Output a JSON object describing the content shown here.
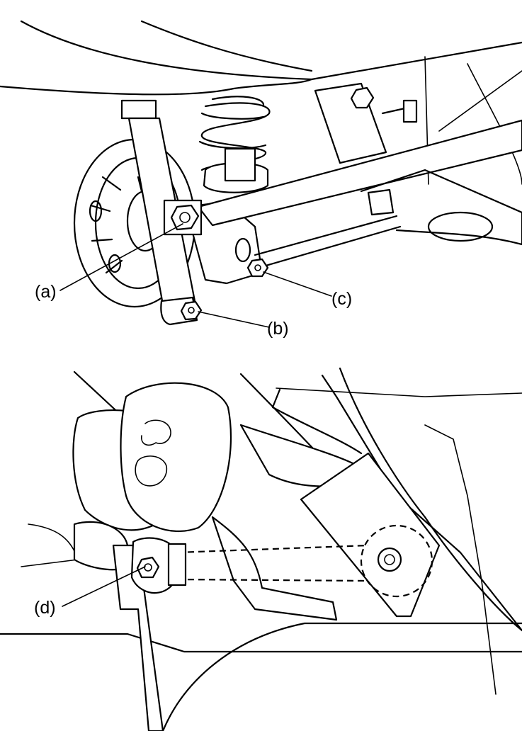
{
  "figure": {
    "callouts": [
      {
        "id": "a",
        "label": "(a)"
      },
      {
        "id": "b",
        "label": "(b)"
      },
      {
        "id": "c",
        "label": "(c)"
      },
      {
        "id": "d",
        "label": "(d)"
      }
    ]
  },
  "colors": {
    "line": "#000000",
    "background": "#ffffff"
  }
}
